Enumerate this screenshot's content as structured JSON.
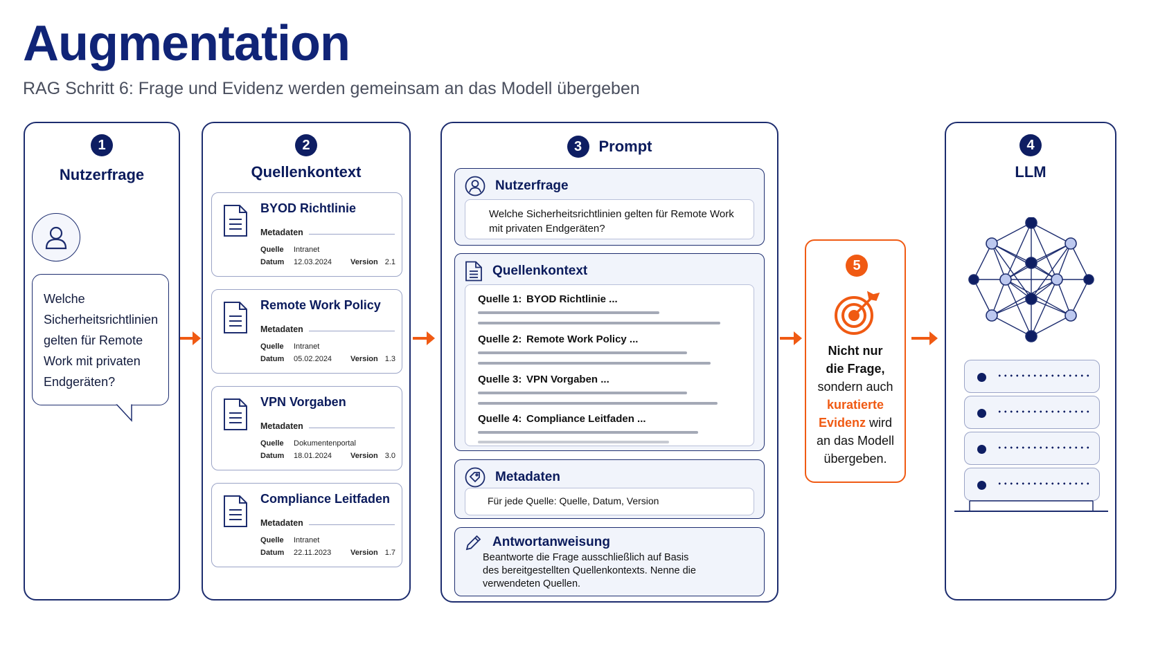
{
  "title": "Augmentation",
  "subtitle": "RAG Schritt 6: Frage und Evidenz werden gemeinsam an das Modell übergeben",
  "colors": {
    "navy": "#0e1e63",
    "orange": "#f05a13",
    "box_fill": "#f1f4fb"
  },
  "panel1": {
    "number": "1",
    "label": "Nutzerfrage",
    "icon": "user-icon",
    "question_lines": [
      "Welche",
      "Sicherheitsrichtlinien",
      "gelten für Remote",
      "Work mit privaten",
      "Endgeräten?"
    ]
  },
  "panel2": {
    "number": "2",
    "label": "Quellenkontext",
    "docs": [
      {
        "title": "BYOD Richtlinie",
        "meta_label": "Metadaten",
        "source_label": "Quelle",
        "source": "Intranet",
        "date_label": "Datum",
        "date": "12.03.2024",
        "version_label": "Version",
        "version": "2.1"
      },
      {
        "title": "Remote Work Policy",
        "meta_label": "Metadaten",
        "source_label": "Quelle",
        "source": "Intranet",
        "date_label": "Datum",
        "date": "05.02.2024",
        "version_label": "Version",
        "version": "1.3"
      },
      {
        "title": "VPN Vorgaben",
        "meta_label": "Metadaten",
        "source_label": "Quelle",
        "source": "Dokumentenportal",
        "date_label": "Datum",
        "date": "18.01.2024",
        "version_label": "Version",
        "version": "3.0"
      },
      {
        "title": "Compliance Leitfaden",
        "meta_label": "Metadaten",
        "source_label": "Quelle",
        "source": "Intranet",
        "date_label": "Datum",
        "date": "22.11.2023",
        "version_label": "Version",
        "version": "1.7"
      }
    ]
  },
  "panel3": {
    "number": "3",
    "label": "Prompt",
    "query": {
      "label": "Nutzerfrage",
      "text_line1": "Welche Sicherheitsrichtlinien gelten für Remote Work",
      "text_line2": "mit privaten Endgeräten?"
    },
    "context": {
      "label": "Quellenkontext",
      "sources": [
        {
          "key": "Quelle 1:",
          "name": "BYOD Richtlinie ..."
        },
        {
          "key": "Quelle 2:",
          "name": "Remote Work Policy ..."
        },
        {
          "key": "Quelle 3:",
          "name": "VPN Vorgaben ..."
        },
        {
          "key": "Quelle 4:",
          "name": "Compliance Leitfaden ..."
        }
      ]
    },
    "metadata": {
      "label": "Metadaten",
      "text": "Für jede Quelle: Quelle, Datum, Version"
    },
    "instruction": {
      "label": "Antwortanweisung",
      "line1": "Beantworte die Frage ausschließlich auf Basis",
      "line2": "des bereitgestellten Quellenkontexts. Nenne die",
      "line3": "verwendeten Quellen."
    }
  },
  "panel4": {
    "number": "4",
    "label": "LLM"
  },
  "panel5": {
    "number": "5",
    "icon": "target-icon",
    "line1": "Nicht nur",
    "line2": "die Frage,",
    "line3": "sondern auch",
    "line4": "kuratierte",
    "line5a": "Evidenz",
    "line5b": " wird",
    "line6": "an das Modell",
    "line7": "übergeben."
  }
}
